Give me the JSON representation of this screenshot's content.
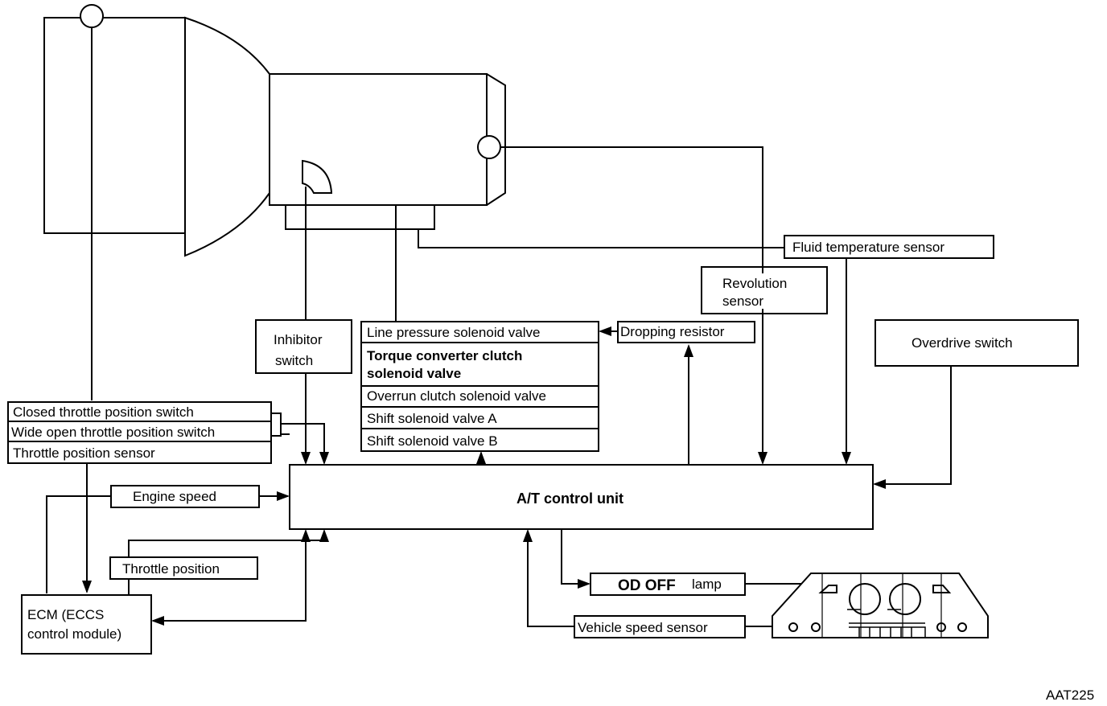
{
  "labels": {
    "fluid_temp": "Fluid temperature sensor",
    "revolution_1": "Revolution",
    "revolution_2": "sensor",
    "inhibitor_1": "Inhibitor",
    "inhibitor_2": "switch",
    "dropping_resistor": "Dropping resistor",
    "overdrive_switch": "Overdrive switch",
    "solenoids": [
      "Line pressure solenoid valve",
      "Torque converter clutch",
      "solenoid valve",
      "Overrun clutch solenoid valve",
      "Shift solenoid valve A",
      "Shift solenoid valve B"
    ],
    "throttle": [
      "Closed throttle position switch",
      "Wide open throttle position switch",
      "Throttle position sensor"
    ],
    "engine_speed": "Engine speed",
    "at_control_unit": "A/T control unit",
    "throttle_position": "Throttle position",
    "ecm_1": "ECM (ECCS",
    "ecm_2": "control module)",
    "od_off": "OD OFF",
    "lamp": "lamp",
    "vehicle_speed_sensor": "Vehicle speed sensor",
    "figure_code": "AAT225"
  }
}
